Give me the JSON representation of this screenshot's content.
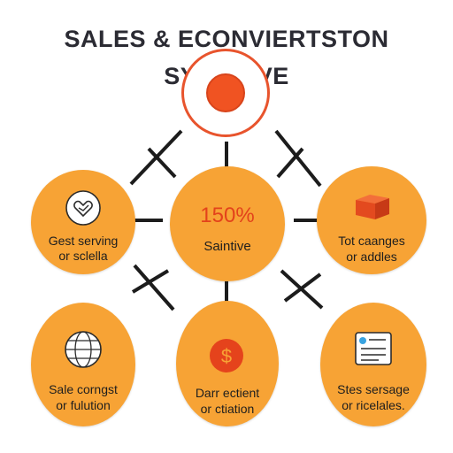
{
  "title": {
    "line1": "SALES & ECONVIERTSTON",
    "line2": "SYS   TIVE"
  },
  "center": {
    "value": "150%",
    "label": "Saintive"
  },
  "nodes": {
    "top_left": {
      "line1": "Gest serving",
      "line2": "or sclella",
      "icon": "heart-handshake-icon"
    },
    "top_right": {
      "line1": "Tot caanges",
      "line2": "or addles",
      "icon": "cube-box-icon"
    },
    "bottom_left": {
      "line1": "Sale corngst",
      "line2": "or fulution",
      "icon": "globe-icon"
    },
    "bottom_mid": {
      "line1": "Darr ectient",
      "line2": "or ctiation",
      "icon": "dollar-coin-icon",
      "symbol": "$"
    },
    "bottom_right": {
      "line1": "Stes sersage",
      "line2": "or ricelales.",
      "icon": "document-form-icon"
    }
  },
  "colors": {
    "node_fill": "#f7a335",
    "accent_red": "#e8542d",
    "center_value": "#e3421b",
    "connector": "#1c1c1c"
  }
}
